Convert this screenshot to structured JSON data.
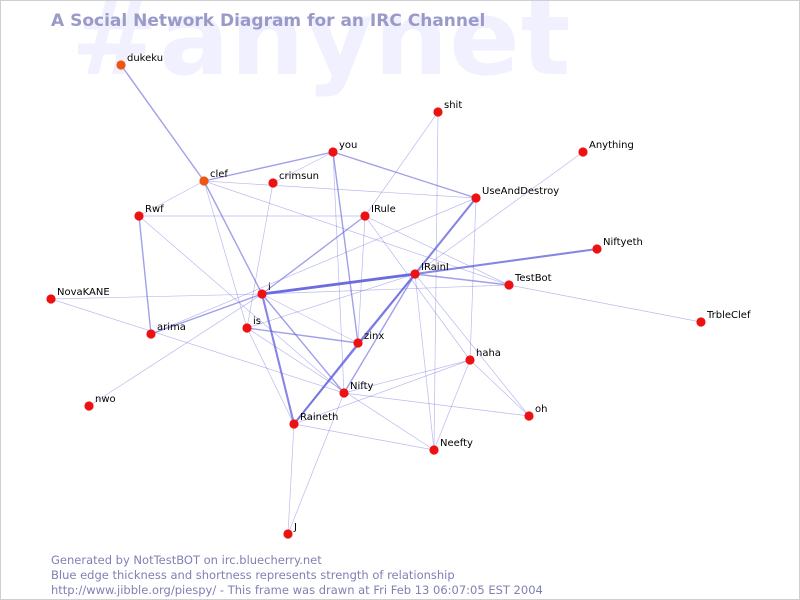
{
  "watermark": "#anynet",
  "title": "A Social Network Diagram for an IRC Channel",
  "footer": [
    "Generated by NotTestBOT on irc.bluecherry.net",
    "Blue edge thickness and shortness represents strength of relationship",
    "http://www.jibble.org/piespy/ - This frame was drawn at Fri Feb 13 06:07:05 EST 2004"
  ],
  "colors": {
    "node": "#ee1111",
    "node_recent": "#ee5511",
    "edge": "#6666dd",
    "title": "#9a9ac8",
    "watermark": "#f0f0ff",
    "footer": "#8080b4"
  },
  "nodes": [
    {
      "id": "dukeku",
      "label": "dukeku",
      "recent": true
    },
    {
      "id": "shit",
      "label": "shit"
    },
    {
      "id": "you",
      "label": "you"
    },
    {
      "id": "Anything",
      "label": "Anything"
    },
    {
      "id": "clef",
      "label": "clef",
      "recent": true
    },
    {
      "id": "crimsun",
      "label": "crimsun"
    },
    {
      "id": "UseAndDestroy",
      "label": "UseAndDestroy"
    },
    {
      "id": "Rwf",
      "label": "Rwf"
    },
    {
      "id": "IRule",
      "label": "IRule"
    },
    {
      "id": "Niftyeth",
      "label": "Niftyeth"
    },
    {
      "id": "IRainI",
      "label": "IRainI"
    },
    {
      "id": "TestBot",
      "label": "TestBot"
    },
    {
      "id": "NovaKANE",
      "label": "NovaKANE"
    },
    {
      "id": "i",
      "label": "i"
    },
    {
      "id": "TrbleClef",
      "label": "TrbleClef"
    },
    {
      "id": "is",
      "label": "is"
    },
    {
      "id": "arima",
      "label": "arima"
    },
    {
      "id": "zinx",
      "label": "zinx"
    },
    {
      "id": "haha",
      "label": "haha"
    },
    {
      "id": "Nifty",
      "label": "Nifty"
    },
    {
      "id": "nwo",
      "label": "nwo"
    },
    {
      "id": "oh",
      "label": "oh"
    },
    {
      "id": "Raineth",
      "label": "Raineth"
    },
    {
      "id": "Neefty",
      "label": "Neefty"
    },
    {
      "id": "J",
      "label": "J"
    }
  ],
  "edges": [
    {
      "source": "dukeku",
      "target": "clef",
      "weight": 2
    },
    {
      "source": "clef",
      "target": "you",
      "weight": 2
    },
    {
      "source": "clef",
      "target": "UseAndDestroy",
      "weight": 1
    },
    {
      "source": "clef",
      "target": "Rwf",
      "weight": 1
    },
    {
      "source": "clef",
      "target": "i",
      "weight": 2
    },
    {
      "source": "clef",
      "target": "is",
      "weight": 1
    },
    {
      "source": "clef",
      "target": "TestBot",
      "weight": 1
    },
    {
      "source": "you",
      "target": "UseAndDestroy",
      "weight": 2
    },
    {
      "source": "you",
      "target": "zinx",
      "weight": 2
    },
    {
      "source": "you",
      "target": "Nifty",
      "weight": 1
    },
    {
      "source": "crimsun",
      "target": "you",
      "weight": 1
    },
    {
      "source": "crimsun",
      "target": "is",
      "weight": 1
    },
    {
      "source": "shit",
      "target": "IRule",
      "weight": 1
    },
    {
      "source": "shit",
      "target": "Neefty",
      "weight": 1
    },
    {
      "source": "Anything",
      "target": "IRainI",
      "weight": 1
    },
    {
      "source": "UseAndDestroy",
      "target": "IRainI",
      "weight": 3
    },
    {
      "source": "UseAndDestroy",
      "target": "haha",
      "weight": 1
    },
    {
      "source": "UseAndDestroy",
      "target": "arima",
      "weight": 1
    },
    {
      "source": "Rwf",
      "target": "arima",
      "weight": 2
    },
    {
      "source": "Rwf",
      "target": "IRule",
      "weight": 1
    },
    {
      "source": "Rwf",
      "target": "Nifty",
      "weight": 1
    },
    {
      "source": "IRule",
      "target": "i",
      "weight": 2
    },
    {
      "source": "IRule",
      "target": "zinx",
      "weight": 1
    },
    {
      "source": "IRule",
      "target": "haha",
      "weight": 1
    },
    {
      "source": "IRule",
      "target": "TestBot",
      "weight": 1
    },
    {
      "source": "IRainI",
      "target": "i",
      "weight": 4
    },
    {
      "source": "IRainI",
      "target": "Niftyeth",
      "weight": 3
    },
    {
      "source": "IRainI",
      "target": "TestBot",
      "weight": 2
    },
    {
      "source": "IRainI",
      "target": "is",
      "weight": 1
    },
    {
      "source": "IRainI",
      "target": "zinx",
      "weight": 2
    },
    {
      "source": "IRainI",
      "target": "Raineth",
      "weight": 3
    },
    {
      "source": "IRainI",
      "target": "Nifty",
      "weight": 2
    },
    {
      "source": "IRainI",
      "target": "oh",
      "weight": 1
    },
    {
      "source": "IRainI",
      "target": "Neefty",
      "weight": 1
    },
    {
      "source": "TestBot",
      "target": "TrbleClef",
      "weight": 1
    },
    {
      "source": "NovaKANE",
      "target": "i",
      "weight": 1
    },
    {
      "source": "NovaKANE",
      "target": "Nifty",
      "weight": 1
    },
    {
      "source": "i",
      "target": "arima",
      "weight": 2
    },
    {
      "source": "i",
      "target": "TestBot",
      "weight": 1
    },
    {
      "source": "i",
      "target": "zinx",
      "weight": 1
    },
    {
      "source": "i",
      "target": "Nifty",
      "weight": 2
    },
    {
      "source": "i",
      "target": "Raineth",
      "weight": 3
    },
    {
      "source": "i",
      "target": "nwo",
      "weight": 1
    },
    {
      "source": "is",
      "target": "zinx",
      "weight": 2
    },
    {
      "source": "is",
      "target": "Raineth",
      "weight": 1
    },
    {
      "source": "is",
      "target": "Neefty",
      "weight": 1
    },
    {
      "source": "zinx",
      "target": "Raineth",
      "weight": 2
    },
    {
      "source": "haha",
      "target": "Nifty",
      "weight": 1
    },
    {
      "source": "haha",
      "target": "oh",
      "weight": 1
    },
    {
      "source": "haha",
      "target": "Neefty",
      "weight": 1
    },
    {
      "source": "haha",
      "target": "Raineth",
      "weight": 1
    },
    {
      "source": "Nifty",
      "target": "oh",
      "weight": 1
    },
    {
      "source": "Nifty",
      "target": "J",
      "weight": 1
    },
    {
      "source": "Raineth",
      "target": "Neefty",
      "weight": 1
    },
    {
      "source": "Raineth",
      "target": "J",
      "weight": 1
    }
  ]
}
